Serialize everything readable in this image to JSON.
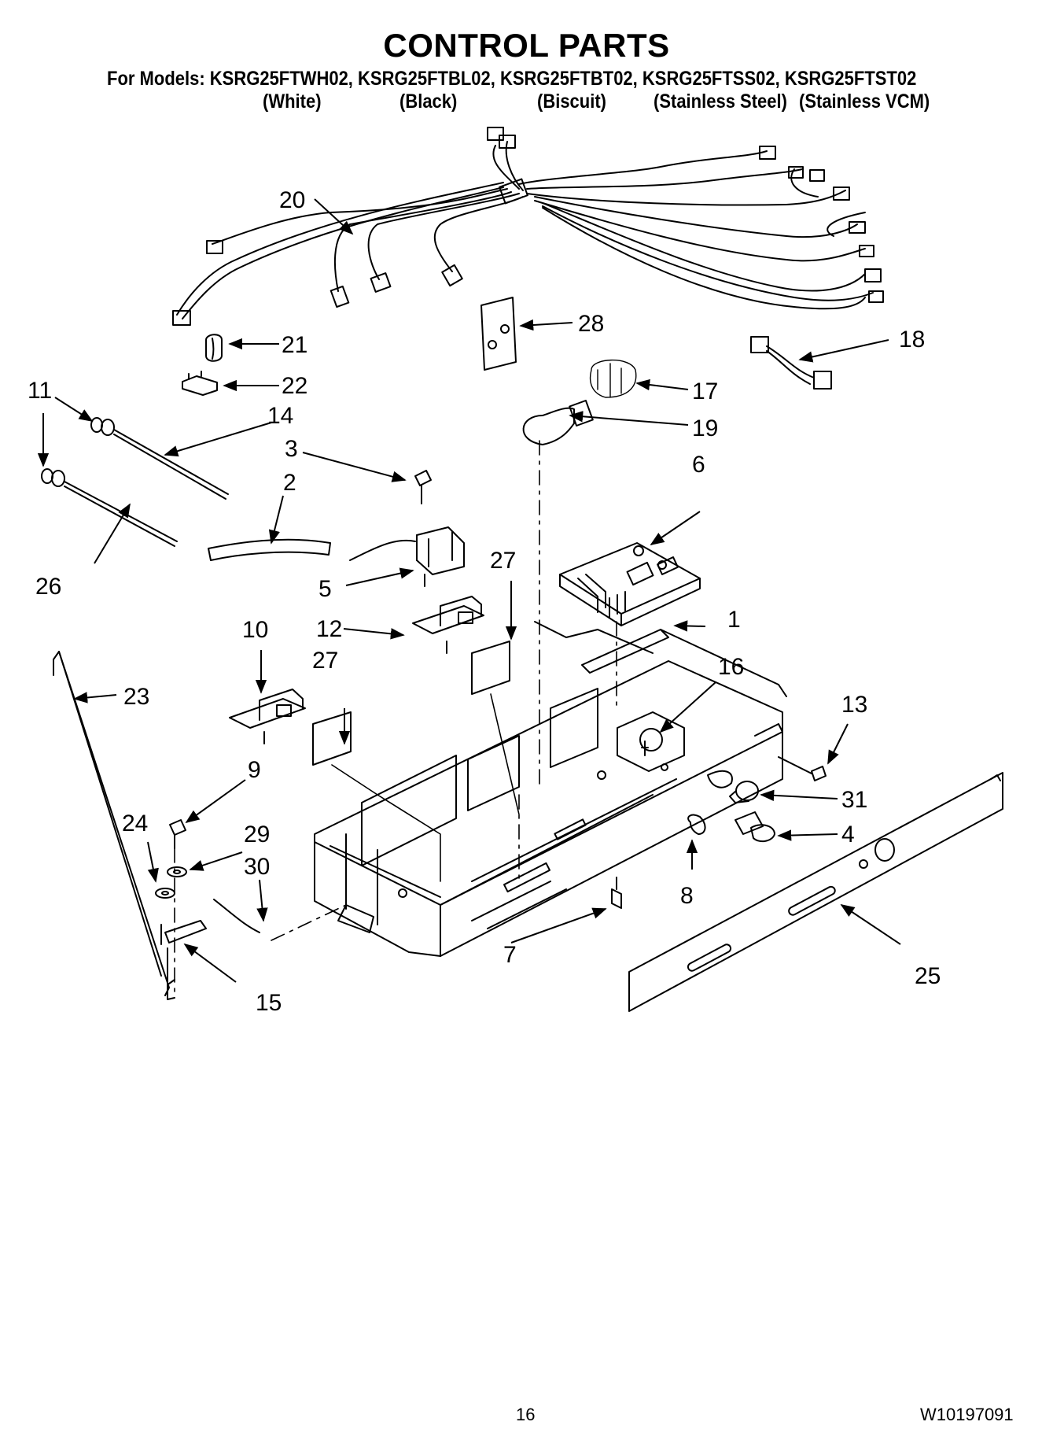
{
  "title": "CONTROL PARTS",
  "models_line": "For Models: KSRG25FTWH02, KSRG25FTBL02, KSRG25FTBT02, KSRG25FTSS02, KSRG25FTST02",
  "variants": [
    "(White)",
    "(Black)",
    "(Biscuit)",
    "(Stainless Steel)",
    "(Stainless VCM)"
  ],
  "callouts": {
    "c1": "1",
    "c2": "2",
    "c3": "3",
    "c4": "4",
    "c5": "5",
    "c6": "6",
    "c7": "7",
    "c8": "8",
    "c9": "9",
    "c10": "10",
    "c11": "11",
    "c12": "12",
    "c13": "13",
    "c14": "14",
    "c15": "15",
    "c16": "16",
    "c17": "17",
    "c18": "18",
    "c19": "19",
    "c20": "20",
    "c21": "21",
    "c22": "22",
    "c23": "23",
    "c24": "24",
    "c25": "25",
    "c26": "26",
    "c27a": "27",
    "c27b": "27",
    "c28": "28",
    "c29": "29",
    "c30": "30",
    "c31": "31"
  },
  "footer": {
    "page_number": "16",
    "doc_number": "W10197091"
  }
}
